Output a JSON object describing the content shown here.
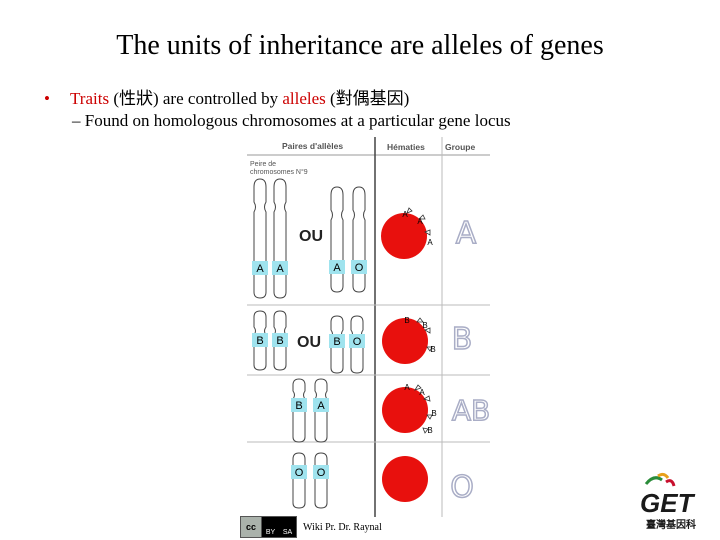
{
  "slide": {
    "title": "The units of inheritance are alleles of genes",
    "bullet": {
      "symbol": "•",
      "term1": "Traits",
      "zh1": "(性狀)",
      "middle": "are controlled by",
      "term2": "alleles",
      "zh2": "(對偶基因)"
    },
    "sub_bullet": "– Found on homologous chromosomes at a particular gene locus"
  },
  "figure": {
    "headers": {
      "pairs": "Paires d'allèles",
      "hematies": "Hématies",
      "groupe": "Groupe"
    },
    "subheader": [
      "Peire de",
      "chromosomes N°9"
    ],
    "or_word": "OU",
    "rows": [
      {
        "group": "A",
        "left_pair": [
          "A",
          "A"
        ],
        "right_pair": [
          "A",
          "O"
        ],
        "antigens": [
          "A",
          "A",
          "A"
        ]
      },
      {
        "group": "B",
        "left_pair": [
          "B",
          "B"
        ],
        "right_pair": [
          "B",
          "O"
        ],
        "antigens": [
          "B",
          "B",
          "B"
        ]
      },
      {
        "group": "AB",
        "pair": [
          "B",
          "A"
        ],
        "antigens": [
          "A",
          "A",
          "B",
          "B"
        ]
      },
      {
        "group": "O",
        "pair": [
          "O",
          "O"
        ],
        "antigens": []
      }
    ],
    "colors": {
      "cell": "#e8100d",
      "allele_box": "#9fe3ee",
      "group_letter": "#a9adc6"
    }
  },
  "credit": {
    "license_left": "cc",
    "license_right": [
      "BY",
      "SA"
    ],
    "text": "Wiki Pr. Dr. Raynal"
  },
  "logo": {
    "text": "GET",
    "subtext": "臺灣基因科"
  }
}
